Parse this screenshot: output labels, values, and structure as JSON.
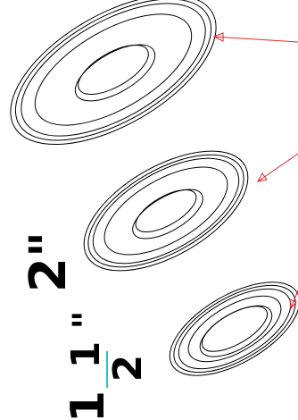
{
  "diagram": {
    "rings": [
      {
        "id": "ring-top"
      },
      {
        "id": "ring-middle"
      },
      {
        "id": "ring-small"
      }
    ],
    "labels": {
      "two_inch": "2\"",
      "half_numerator": "1",
      "half_denominator": "2",
      "half_inch_mark": "\"",
      "half_whole": "1"
    },
    "colors": {
      "line": "#000000",
      "leader": "#e0262a",
      "fraction_bar": "#2bbfd4",
      "background": "#ffffff"
    }
  }
}
